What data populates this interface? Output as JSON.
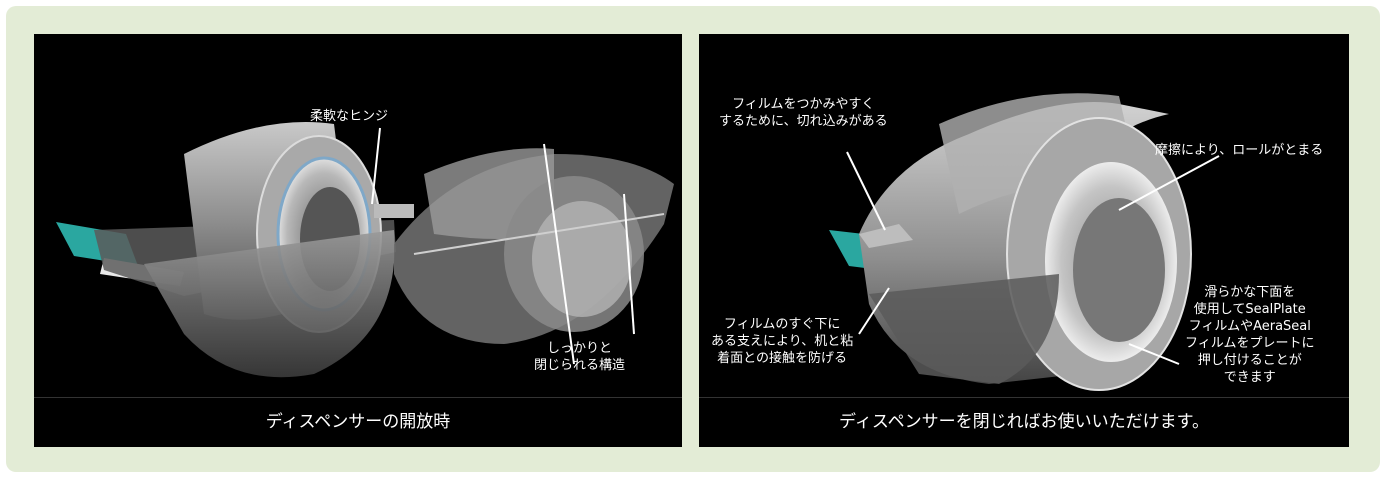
{
  "colors": {
    "frame_bg": "#e3ecd6",
    "panel_bg": "#000000",
    "text": "#ffffff",
    "film_accent": "#2aa7a0"
  },
  "left_panel": {
    "caption": "ディスペンサーの開放時",
    "labels": {
      "hinge": "柔軟なヒンジ",
      "closure_line1": "しっかりと",
      "closure_line2": "閉じられる構造"
    }
  },
  "right_panel": {
    "caption": "ディスペンサーを閉じればお使いいただけます。",
    "labels": {
      "notch_line1": "フィルムをつかみやすく",
      "notch_line2": "するために、切れ込みがある",
      "friction": "摩擦により、ロールがとまる",
      "support_line1": "フィルムのすぐ下に",
      "support_line2": "ある支えにより、机と粘",
      "support_line3": "着面との接触を防げる",
      "bottom_line1": "滑らかな下面を",
      "bottom_line2": "使用してSealPlate",
      "bottom_line3": "フィルムやAeraSeal",
      "bottom_line4": "フィルムをプレートに",
      "bottom_line5": "押し付けることが",
      "bottom_line6": "できます"
    }
  }
}
